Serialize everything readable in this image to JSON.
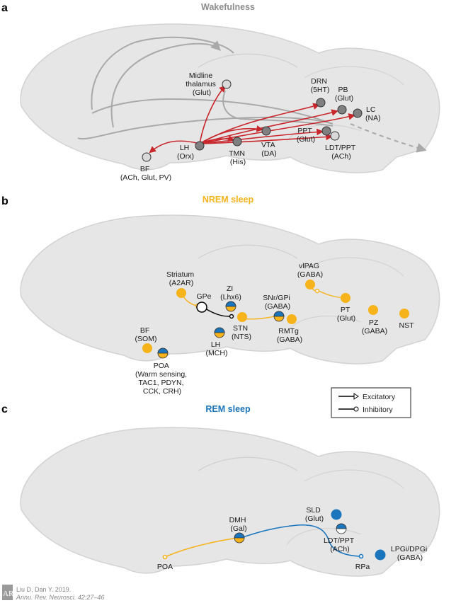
{
  "colors": {
    "brain_fill": "#e6e6e6",
    "brain_stroke": "#c9c9c9",
    "excitatory_red": "#c8262b",
    "gray_path": "#a9a9a9",
    "node_dark": "#808080",
    "node_light": "#d9d9d9",
    "nrem": "#f6b31b",
    "rem": "#1b75bc",
    "nrem_title": "#f6b31b",
    "rem_title": "#1b75bc",
    "wake_title": "#8c8c8c"
  },
  "panels": {
    "a": {
      "letter": "a",
      "title": "Wakefulness",
      "labels": {
        "midline": [
          "Midline",
          "thalamus",
          "(Glut)"
        ],
        "drn": [
          "DRN",
          "(5HT)"
        ],
        "pb": [
          "PB",
          "(Glut)"
        ],
        "lc": [
          "LC",
          "(NA)"
        ],
        "ppt": [
          "PPT",
          "(Glut)"
        ],
        "ldtppt": [
          "LDT/PPT",
          "(ACh)"
        ],
        "vta": [
          "VTA",
          "(DA)"
        ],
        "tmn": [
          "TMN",
          "(His)"
        ],
        "lh": [
          "LH",
          "(Orx)"
        ],
        "bf": [
          "BF",
          "(ACh, Glut, PV)"
        ]
      }
    },
    "b": {
      "letter": "b",
      "title": "NREM sleep",
      "labels": {
        "striatum": [
          "Striatum",
          "(A2AR)"
        ],
        "gpe": [
          "GPe"
        ],
        "zi": [
          "ZI",
          "(Lhx6)"
        ],
        "snr": [
          "SNr/GPi",
          "(GABA)"
        ],
        "vlpag": [
          "vlPAG",
          "(GABA)"
        ],
        "pt": [
          "PT",
          "(Glut)"
        ],
        "pz": [
          "PZ",
          "(GABA)"
        ],
        "nst": [
          "NST"
        ],
        "stn": [
          "STN",
          "(NTS)"
        ],
        "rmtg": [
          "RMTg",
          "(GABA)"
        ],
        "bf": [
          "BF",
          "(SOM)"
        ],
        "lh": [
          "LH",
          "(MCH)"
        ],
        "poa": [
          "POA",
          "(Warm sensing,",
          "TAC1, PDYN,",
          "CCK, CRH)"
        ]
      },
      "legend": {
        "excitatory": "Excitatory",
        "inhibitory": "Inhibitory"
      }
    },
    "c": {
      "letter": "c",
      "title": "REM sleep",
      "labels": {
        "dmh": [
          "DMH",
          "(Gal)"
        ],
        "sld": [
          "SLD",
          "(Glut)"
        ],
        "ldtppt": [
          "LDT/PPT",
          "(ACh)"
        ],
        "lpgi": [
          "LPGi/DPGi",
          "(GABA)"
        ],
        "poa": [
          "POA"
        ],
        "rpa": [
          "RPa"
        ]
      }
    }
  },
  "credit": {
    "logo": "AR",
    "authors": "Liu D, Dan Y. 2019.",
    "citation": "Annu. Rev. Neurosci. 42:27–46"
  }
}
